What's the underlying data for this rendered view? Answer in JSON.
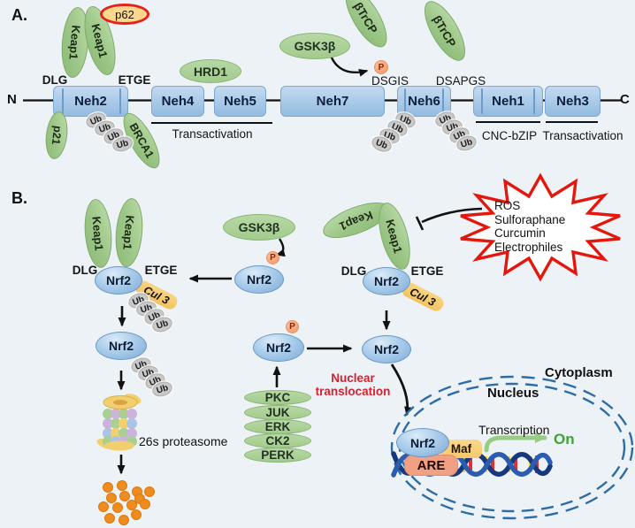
{
  "labels": {
    "keap1": "Keap1",
    "nrf2": "Nrf2",
    "cul3": "Cul 3",
    "ub": "Ub",
    "p": "P",
    "dlg": "DLG",
    "etge": "ETGE"
  },
  "panel_a": {
    "tag": "A.",
    "n_terminus": "N",
    "c_terminus": "C",
    "domains": [
      "Neh2",
      "Neh4",
      "Neh5",
      "Neh7",
      "Neh6",
      "Neh1",
      "Neh3"
    ],
    "p62": "p62",
    "p21": "p21",
    "brca1": "BRCA1",
    "hrd1": "HRD1",
    "gsk3b": "GSK3β",
    "btrcp": "βTrCP",
    "dsgis": "DSGIS",
    "dsapgs": "DSAPGS",
    "transactivation": "Transactivation",
    "cnc_bzip": "CNC-bZIP",
    "transactivation_c": "Transactivation"
  },
  "panel_b": {
    "tag": "B.",
    "gsk3b": "GSK3β",
    "kinases": [
      "PKC",
      "JUK",
      "ERK",
      "CK2",
      "PERK"
    ],
    "proteasome_label": "26s proteasome",
    "nuclear_translocation": "Nuclear translocation",
    "stressors": [
      "ROS",
      "Sulforaphane",
      "Curcumin",
      "Electrophiles"
    ],
    "cytoplasm": "Cytoplasm",
    "nucleus": "Nucleus",
    "are": "ARE",
    "maf": "Maf",
    "transcription": "Transcription",
    "on": "On"
  },
  "colors": {
    "background": "#edf2f7",
    "domain_blue": "#a8c9e8",
    "protein_green": "#9cc687",
    "nrf2_blue": "#8ab4dc",
    "cul3_yellow": "#f3c35f",
    "phospho_orange": "#f2945f",
    "accent_red": "#d42230",
    "star_red": "#e3170d",
    "membrane_blue": "#2e6da4",
    "transcription_green": "#97cc82",
    "on_green": "#3aa532",
    "peptide_orange": "#ef8c1f"
  }
}
